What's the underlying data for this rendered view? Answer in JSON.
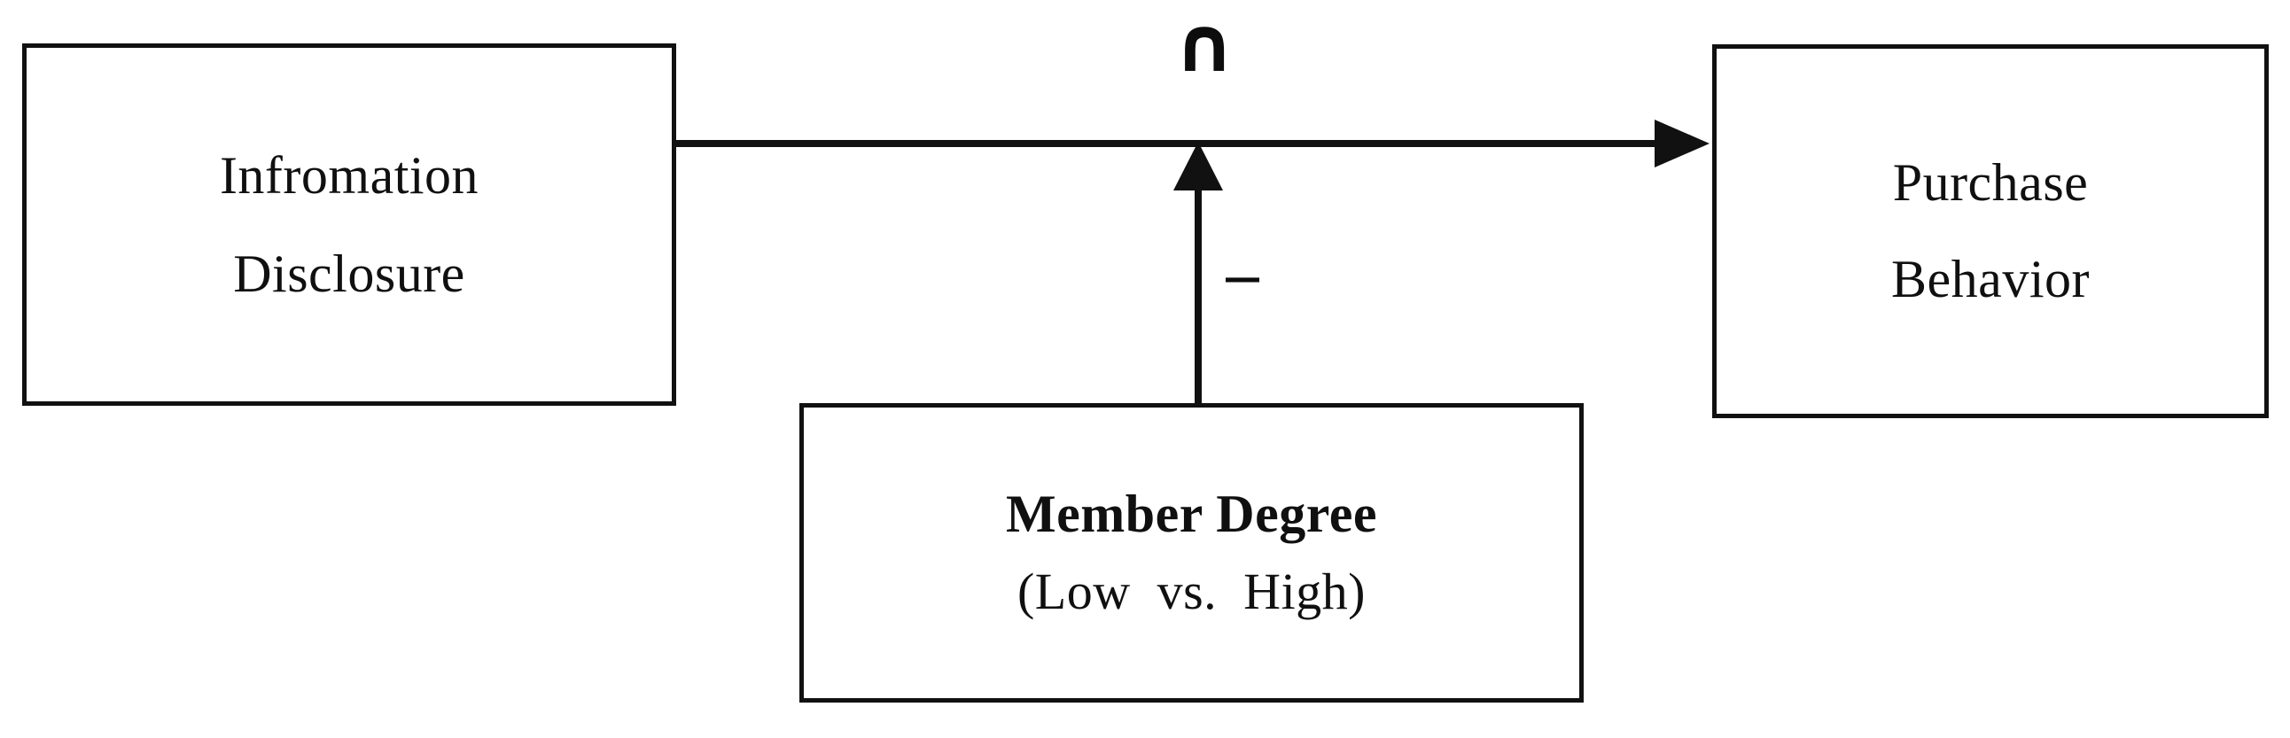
{
  "diagram": {
    "type": "conceptual-research-model",
    "background_color": "#ffffff",
    "line_color": "#111111",
    "text_color": "#101010",
    "nodes": {
      "independent_variable": {
        "line_1": "Infromation",
        "line_2": "Disclosure"
      },
      "dependent_variable": {
        "line_1": "Purchase",
        "line_2": "Behavior"
      },
      "moderator": {
        "line_1": "Member Degree",
        "line_2": "(Low  vs.  High)"
      }
    },
    "annotations": {
      "intersection_symbol": "∩",
      "negative_sign": "–"
    }
  }
}
